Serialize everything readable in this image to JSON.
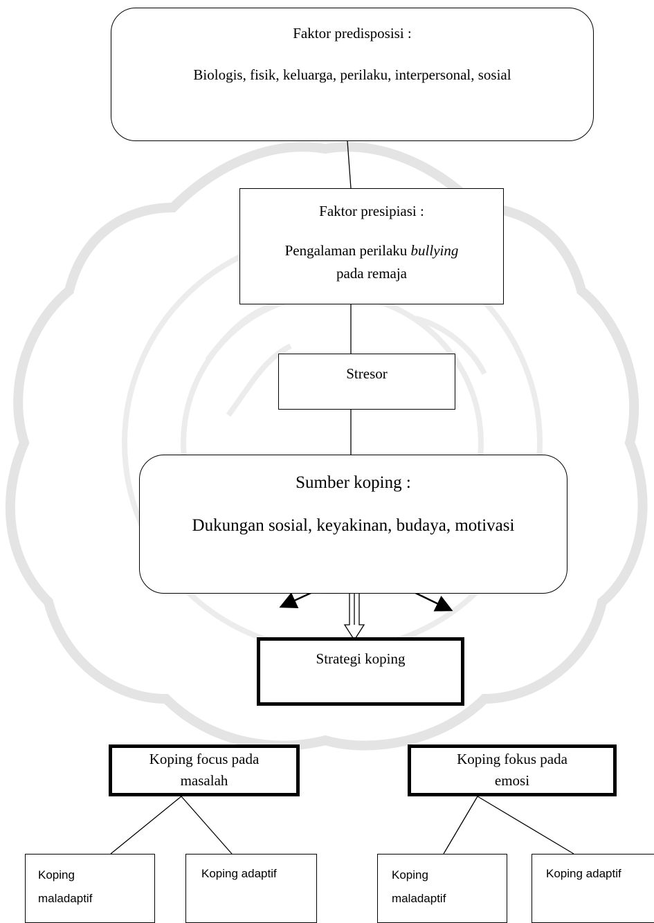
{
  "predisposisi": {
    "title": "Faktor predisposisi :",
    "content": "Biologis, fisik, keluarga, perilaku, interpersonal, sosial"
  },
  "presipiasi": {
    "title": "Faktor presipiasi :",
    "content_prefix": "Pengalaman perilaku ",
    "content_emphasis": "bullying",
    "content_line2": "pada remaja"
  },
  "stresor": {
    "label": "Stresor"
  },
  "sumber_koping": {
    "title": "Sumber koping :",
    "content": "Dukungan sosial, keyakinan, budaya,  motivasi"
  },
  "strategi_koping": {
    "label": "Strategi koping"
  },
  "koping_masalah": {
    "line1": "Koping focus pada",
    "line2": "masalah"
  },
  "koping_emosi": {
    "line1": "Koping fokus pada",
    "line2": "emosi"
  },
  "leaves": {
    "left_maladaptif": {
      "line1": "Koping",
      "line2": "maladaptif"
    },
    "left_adaptif": {
      "label": "Koping adaptif"
    },
    "right_maladaptif": {
      "line1": "Koping",
      "line2": "maladaptif"
    },
    "right_adaptif": {
      "label": "Koping adaptif"
    }
  },
  "colors": {
    "stroke": "#000000",
    "watermark": "#e6e6e6"
  }
}
